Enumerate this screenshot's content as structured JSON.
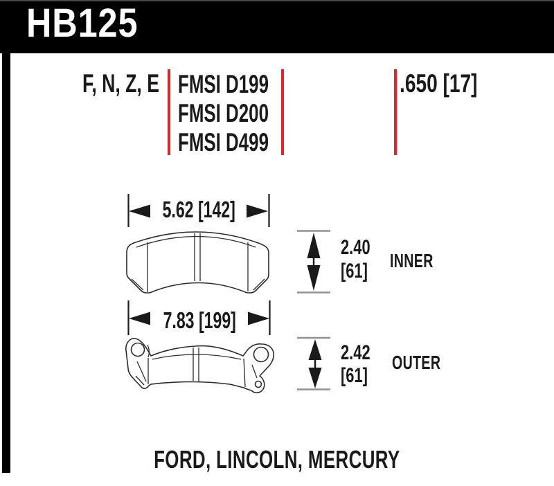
{
  "colors": {
    "accent_red": "#e0252b",
    "ink": "#1a1a1a",
    "dim_gray": "#919191"
  },
  "header": {
    "part_number": "HB125"
  },
  "spec": {
    "compound_codes": "F, N, Z, E",
    "fmsi_numbers": [
      "FMSI D199",
      "FMSI D200",
      "FMSI D499"
    ],
    "pad_thickness": ".650 [17]"
  },
  "dimensions": {
    "inner": {
      "width": "5.62 [142]",
      "height_in": "2.40",
      "height_mm": "[61]",
      "label": "INNER"
    },
    "outer": {
      "width": "7.83 [199]",
      "height_in": "2.42",
      "height_mm": "[61]",
      "label": "OUTER"
    }
  },
  "footer": {
    "applications": "FORD, LINCOLN, MERCURY"
  }
}
